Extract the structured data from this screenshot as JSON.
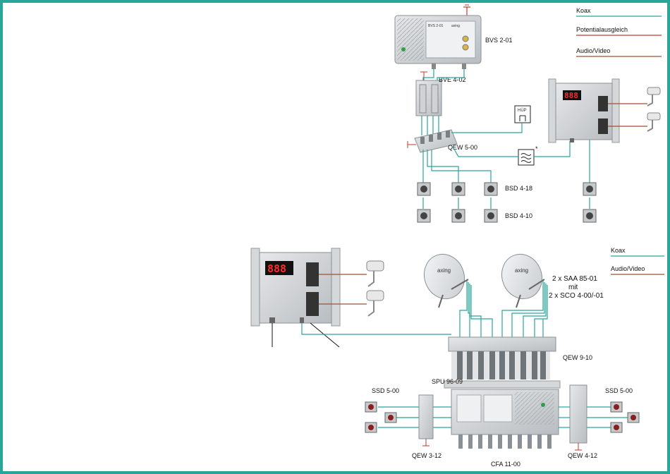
{
  "legend_top": {
    "coax": "Koax",
    "potential": "Potentialausgleich",
    "av": "Audio/Video"
  },
  "legend_bottom": {
    "coax": "Koax",
    "av": "Audio/Video"
  },
  "labels": {
    "bvs": "BVS 2-01",
    "bve": "BVE 4-02",
    "hup": "HÜP",
    "qew5": "QEW 5-00",
    "bsd418": "BSD 4-18",
    "bsd410": "BSD 4-10",
    "asterisk": "*",
    "saa_line1": "2 x SAA 85-01",
    "saa_line2": "mit",
    "saa_line3": "2 x SCO 4-00/-01",
    "qew910": "QEW 9-10",
    "spu": "SPU 96-09",
    "ssd_left": "SSD 5-00",
    "ssd_right": "SSD 5-00",
    "qew312": "QEW 3-12",
    "qew412": "QEW 4-12",
    "cfa": "CFA 11-00",
    "dish_logo_1": "axing",
    "dish_logo_2": "axing",
    "amp_logo": "axing",
    "amp_title": "BVS 2-01",
    "led_top": "888",
    "led_bottom": "888"
  },
  "colors": {
    "coax": "#2aa59a",
    "potential": "#c0392b",
    "av": "#a0522d",
    "frame": "#2aa59a"
  }
}
